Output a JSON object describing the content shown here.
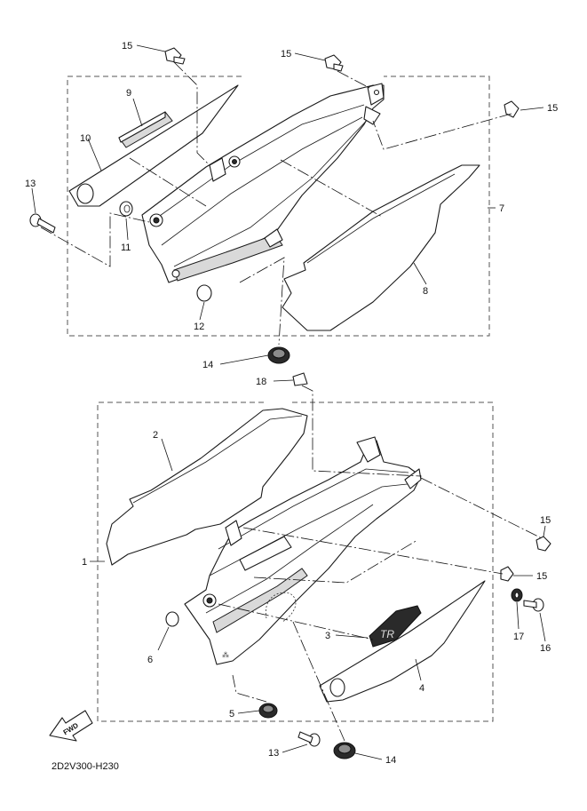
{
  "diagram": {
    "code": "2D2V300-H230",
    "fwd_label": "FWD",
    "callouts": {
      "p1": "1",
      "p2": "2",
      "p3": "3",
      "p4": "4",
      "p5": "5",
      "p6": "6",
      "p7": "7",
      "p8": "8",
      "p9": "9",
      "p10": "10",
      "p11": "11",
      "p12": "12",
      "p13a": "13",
      "p13b": "13",
      "p14a": "14",
      "p14b": "14",
      "p15a": "15",
      "p15b": "15",
      "p15c": "15",
      "p15d": "15",
      "p15e": "15",
      "p16": "16",
      "p17": "17",
      "p18": "18"
    }
  }
}
